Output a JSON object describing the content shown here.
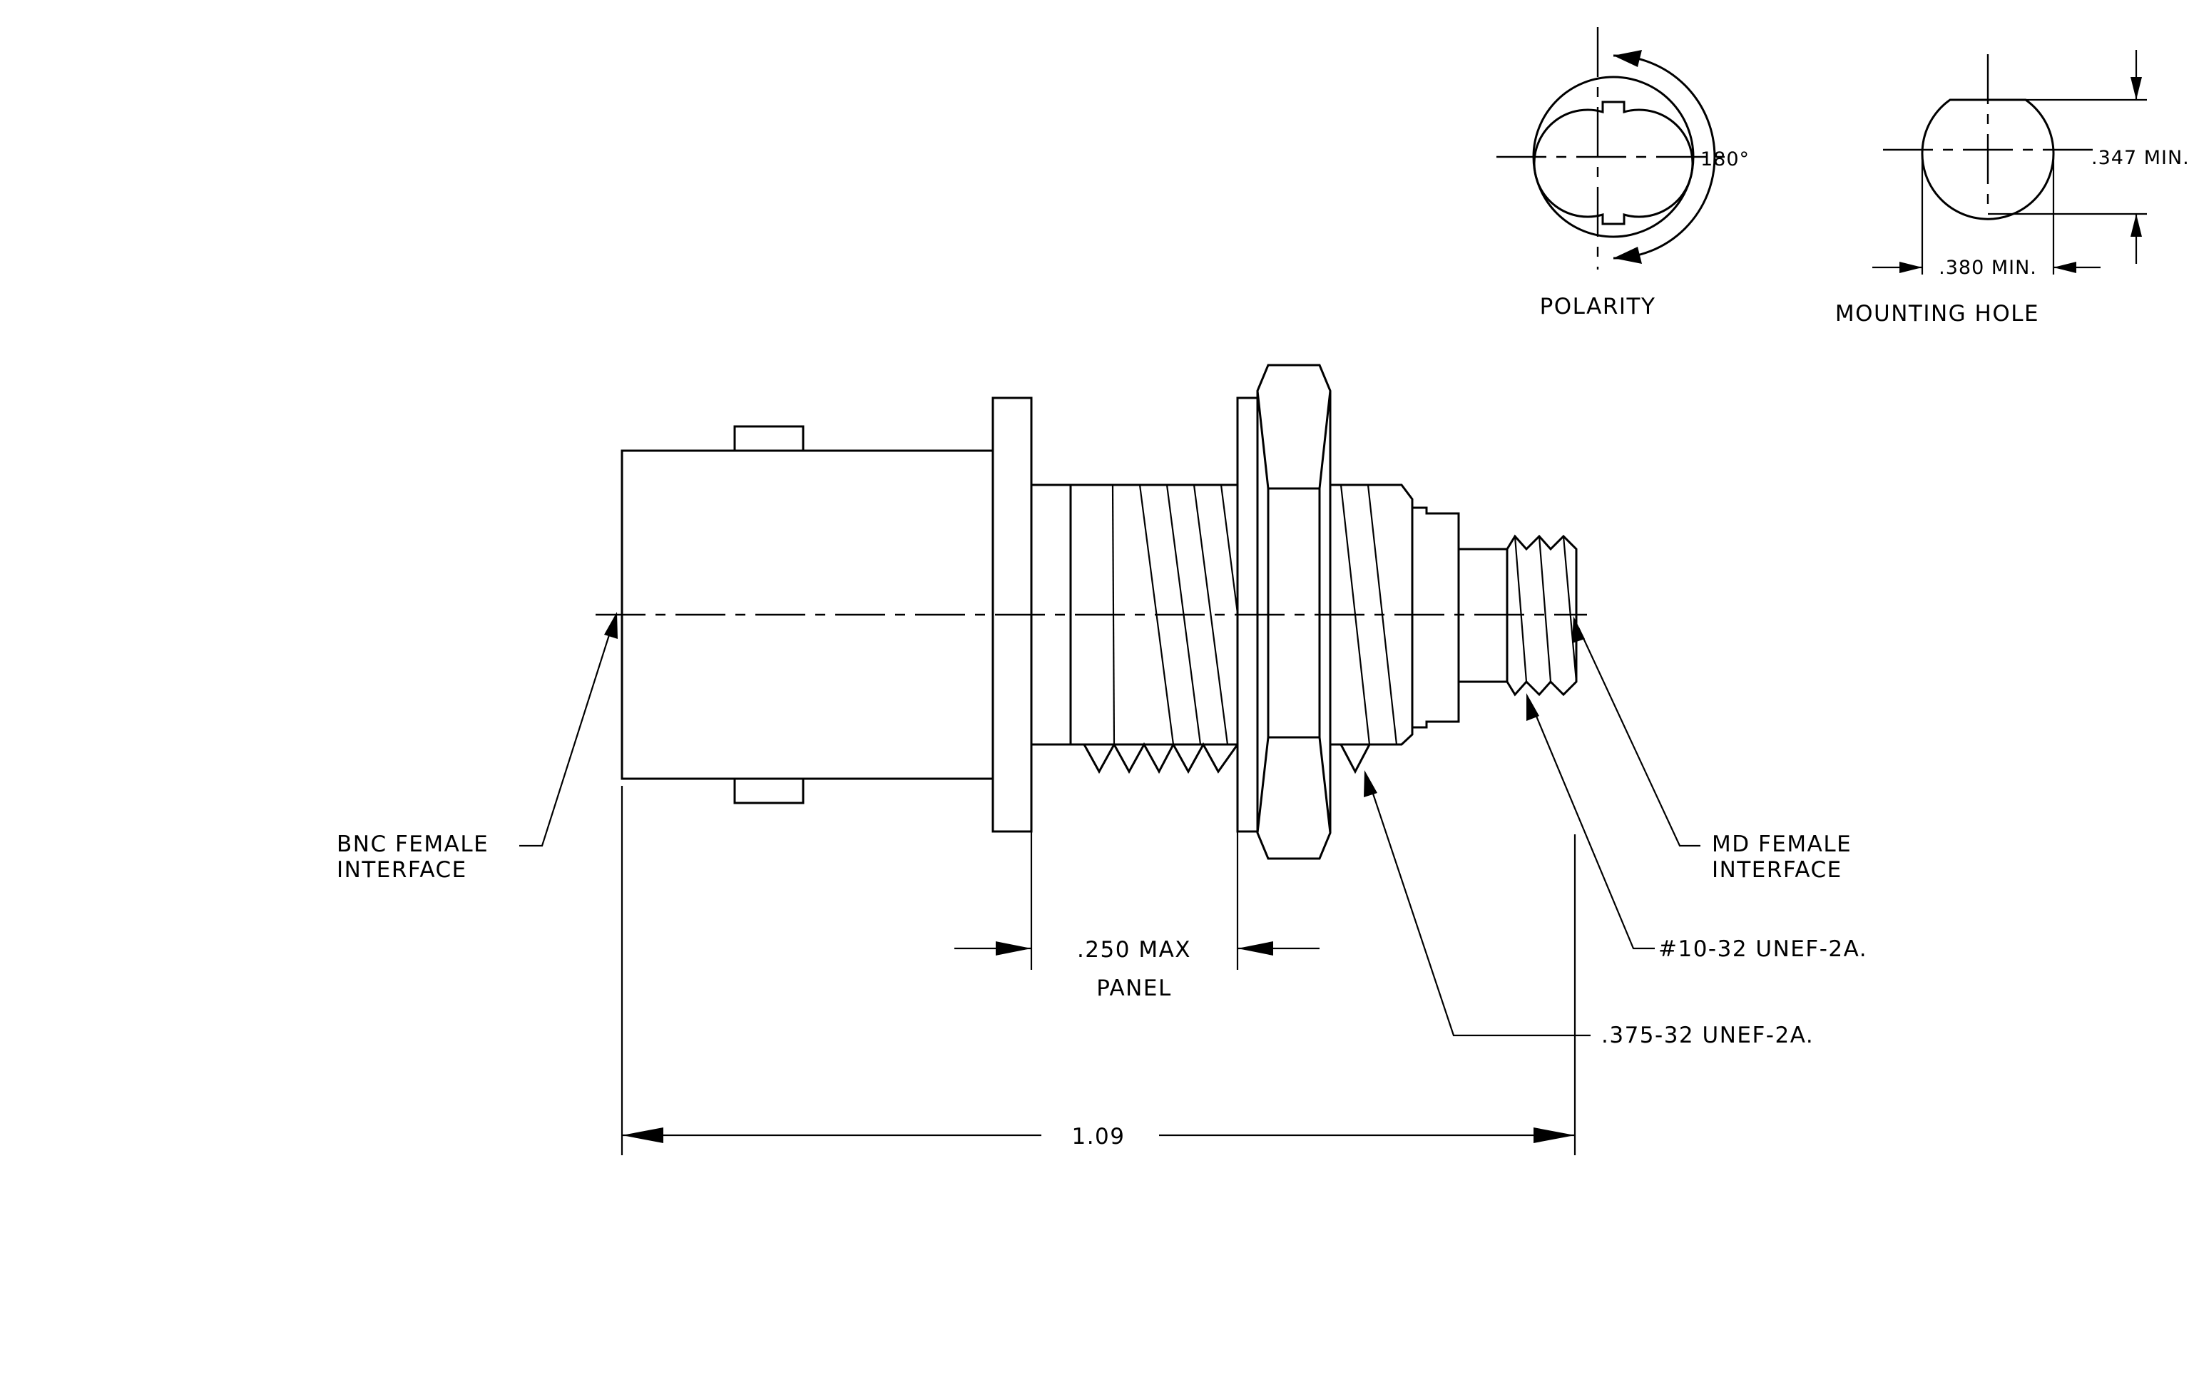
{
  "polarity_view": {
    "title": "POLARITY",
    "angle_label": "180°"
  },
  "mounting_hole_view": {
    "title": "MOUNTING HOLE",
    "width_dim": ".380 MIN.",
    "flat_dim": ".347 MIN."
  },
  "callouts": {
    "bnc_interface": {
      "line1": "BNC FEMALE",
      "line2": "INTERFACE"
    },
    "md_interface": {
      "line1": "MD FEMALE",
      "line2": "INTERFACE"
    },
    "thread_small": "#10-32 UNEF-2A.",
    "thread_large": ".375-32 UNEF-2A."
  },
  "panel_dim": {
    "line1": ".250 MAX",
    "line2": "PANEL"
  },
  "overall_length": "1.09"
}
